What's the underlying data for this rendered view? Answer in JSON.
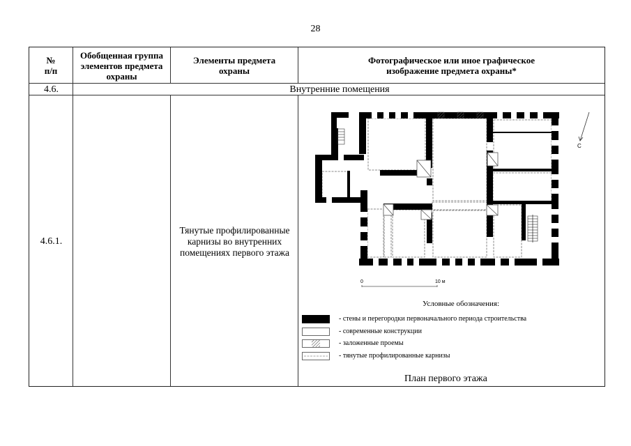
{
  "page": {
    "number": "28"
  },
  "table": {
    "headers": {
      "num": "№ п/п",
      "group": "Обобщенная группа элементов предмета охраны",
      "elements": "Элементы предмета охраны",
      "image": "Фотографическое или иное графическое изображение предмета охраны*"
    },
    "section": {
      "number": "4.6.",
      "title": "Внутренние помещения"
    },
    "rows": [
      {
        "number": "4.6.1.",
        "group": "",
        "elements": "Тянутые профилированные карнизы во внутренних помещениях первого этажа"
      }
    ]
  },
  "plan": {
    "compass_label": "С",
    "scale": {
      "start": "0",
      "end": "10 м"
    },
    "legend_title": "Условные обозначения:",
    "legend": [
      {
        "type": "original-walls",
        "label": "- стены и перегородки первоначального периода строительства"
      },
      {
        "type": "modern-constructions",
        "label": "- современные конструкции"
      },
      {
        "type": "blocked-openings",
        "label": "- заложенные проемы"
      },
      {
        "type": "profiled-cornices",
        "label": "- тянутые профилированные карнизы"
      }
    ],
    "caption": "План первого этажа",
    "colors": {
      "wall": "#000000",
      "modern": "#ffffff",
      "cornice": "#888888",
      "hatch": "#555555"
    }
  }
}
